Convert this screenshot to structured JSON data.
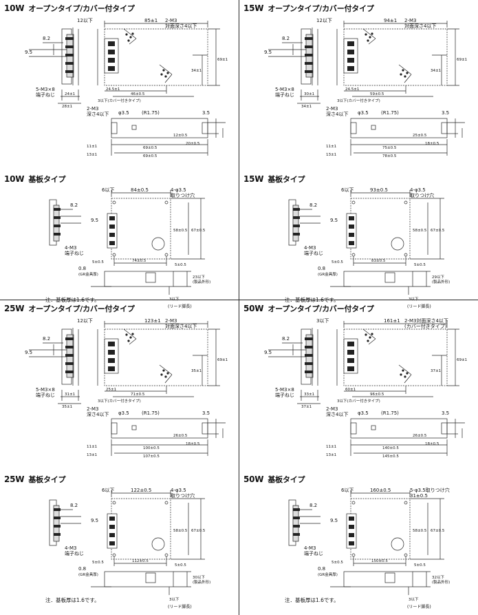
{
  "sections": {
    "w10_open": {
      "watt": "10W",
      "type": "オープンタイプ/カバー付タイプ",
      "labels": {
        "d12": "12以下",
        "d85": "85±1",
        "m3a": "2-M3",
        "m3b": "対面深さ4以下",
        "d82": "8.2",
        "d95": "9.5",
        "d69": "69±1",
        "d34": "34±1",
        "d245": "24.5±1",
        "d46": "46±0.5",
        "c3": "3以下(カバー付きタイプ)",
        "m5a": "5-M3×8",
        "m5b": "端子ねじ",
        "d24": "24±1",
        "d28": "28±1",
        "s2a": "2-M3",
        "s2b": "深さ4以下",
        "phi": "φ3.5",
        "r175": "(R1.75)",
        "d35": "3.5",
        "d12s": "12±0.5",
        "d20": "20±0.5",
        "d11": "11±1",
        "d69s": "69±0.5",
        "d13": "13±1",
        "d69b": "69±0.5"
      }
    },
    "w15_open": {
      "watt": "15W",
      "type": "オープンタイプ/カバー付タイプ",
      "labels": {
        "d12": "12以下",
        "d85": "94±1",
        "m3a": "2-M3",
        "m3b": "対面深さ4以下",
        "d82": "8.2",
        "d95": "9.5",
        "d69": "69±1",
        "d34": "34±1",
        "d245": "24.5±1",
        "d46": "59±0.5",
        "c3": "3以下(カバー付きタイプ)",
        "m5a": "5-M3×8",
        "m5b": "端子ねじ",
        "d24": "30±1",
        "d28": "34±1",
        "s2a": "2-M3",
        "s2b": "深さ4以下",
        "phi": "φ3.5",
        "r175": "(R1.75)",
        "d35": "3.5",
        "d12s": "25±0.5",
        "d20": "18±0.5",
        "d11": "11±1",
        "d69s": "75±0.5",
        "d13": "13±1",
        "d69b": "78±0.5"
      }
    },
    "w10_board": {
      "watt": "10W",
      "type": "基板タイプ",
      "labels": {
        "d6": "6以下",
        "d84": "84±0.5",
        "h4a": "4-φ3.5",
        "h4b": "取りつけ穴",
        "d82": "8.2",
        "d95": "9.5",
        "d58": "58±0.5",
        "d67": "67±0.5",
        "m4a": "4-M3",
        "m4b": "端子ねじ",
        "d5l": "5±0.5",
        "d74": "74±0.5",
        "d5r": "5±0.5",
        "d08": "0.8",
        "gr": "(GR金具厚)",
        "d23": "23以下",
        "prod": "(製品外形)",
        "d3": "3以下",
        "lead": "(リード脚長)",
        "note": "注．基板厚は1.6です。"
      }
    },
    "w15_board": {
      "watt": "15W",
      "type": "基板タイプ",
      "labels": {
        "d6": "6以下",
        "d84": "93±0.5",
        "h4a": "4-φ3.5",
        "h4b": "取りつけ穴",
        "d82": "8.2",
        "d95": "9.5",
        "d58": "58±0.5",
        "d67": "67±0.5",
        "m4a": "4-M3",
        "m4b": "端子ねじ",
        "d5l": "5±0.5",
        "d74": "83±0.5",
        "d5r": "5±0.5",
        "d08": "0.8",
        "gr": "(GR金具厚)",
        "d23": "29以下",
        "prod": "(製品外形)",
        "d3": "3以下",
        "lead": "(リード脚長)",
        "note": "注．基板厚は1.6です。"
      }
    },
    "w25_open": {
      "watt": "25W",
      "type": "オープンタイプ/カバー付タイプ",
      "labels": {
        "d12": "12以下",
        "d85": "123±1",
        "m3a": "2-M3",
        "m3b": "対面深さ4以下",
        "d82": "8.2",
        "d95": "9.5",
        "d69": "69±1",
        "d34": "35±1",
        "d245": "25±1",
        "d46": "71±0.5",
        "c3": "3以下(カバー付きタイプ)",
        "m5a": "5-M3×8",
        "m5b": "端子ねじ",
        "d24": "31±1",
        "d28": "35±1",
        "s2a": "2-M3",
        "s2b": "深さ4以下",
        "phi": "φ3.5",
        "r175": "(R1.75)",
        "d35": "3.5",
        "d12s": "26±0.5",
        "d20": "18±0.5",
        "d11": "11±1",
        "d69s": "100±0.5",
        "d13": "13±1",
        "d69b": "107±0.5"
      }
    },
    "w50_open": {
      "watt": "50W",
      "type": "オープンタイプ/カバー付タイプ",
      "labels": {
        "d12": "3以下",
        "d85": "161±1",
        "m3a": "2-M3対面深さ4以下",
        "m3b": "(カバー付きタイプ)",
        "d82": "8.2",
        "d95": "9.5",
        "d69": "69±1",
        "d34": "37±1",
        "d245": "60±1",
        "d46": "96±0.5",
        "c3": "3以下(カバー付きタイプ)",
        "m5a": "5-M3×8",
        "m5b": "端子ねじ",
        "d24": "33±1",
        "d28": "37±1",
        "s2a": "2-M3",
        "s2b": "深さ4以下",
        "phi": "φ3.5",
        "r175": "(R1.75)",
        "d35": "3.5",
        "d12s": "26±0.5",
        "d20": "18±0.5",
        "d11": "11±1",
        "d69s": "140±0.5",
        "d13": "13±1",
        "d69b": "145±0.5"
      }
    },
    "w25_board": {
      "watt": "25W",
      "type": "基板タイプ",
      "labels": {
        "d6": "6以下",
        "d84": "122±0.5",
        "h4a": "4-φ3.5",
        "h4b": "取りつけ穴",
        "d82": "8.2",
        "d95": "9.5",
        "d58": "58±0.5",
        "d67": "67±0.5",
        "m4a": "4-M3",
        "m4b": "端子ねじ",
        "d5l": "5±0.5",
        "d74": "112±0.5",
        "d5r": "5±0.5",
        "d08": "0.8",
        "gr": "(GR金具厚)",
        "d23": "30以下",
        "prod": "(製品外形)",
        "d3": "3以下",
        "lead": "(リード脚長)",
        "note": "注．基板厚は1.6です。"
      }
    },
    "w50_board": {
      "watt": "50W",
      "type": "基板タイプ",
      "labels": {
        "d6": "6以下",
        "d84": "160±0.5",
        "h4a": "5-φ3.5取りつけ穴",
        "h4b": "31±0.5",
        "d82": "8.2",
        "d95": "9.5",
        "d58": "58±0.5",
        "d67": "67±0.5",
        "m4a": "4-M3",
        "m4b": "端子ねじ",
        "d5l": "5±0.5",
        "d74": "150±0.5",
        "d5r": "5±0.5",
        "d08": "0.8",
        "gr": "(GR金具厚)",
        "d23": "32以下",
        "prod": "(製品外形)",
        "d3": "3以下",
        "lead": "(リード脚長)",
        "note": "注．基板厚は1.6です。"
      }
    }
  }
}
